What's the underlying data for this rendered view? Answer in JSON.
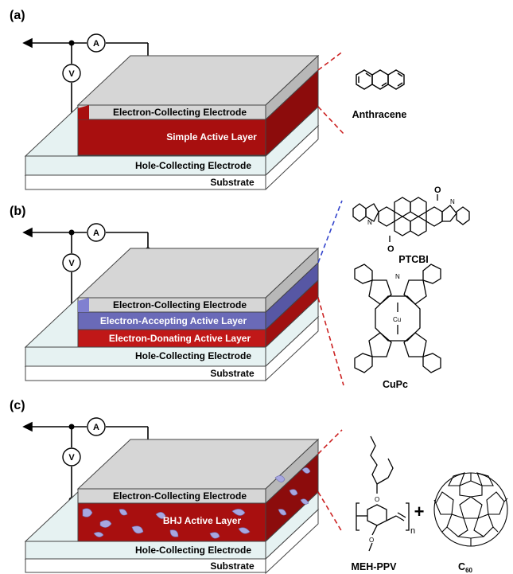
{
  "panels": [
    {
      "tag": "(a)",
      "ammeter": "A",
      "voltmeter": "V",
      "layers": {
        "top_electrode": "Electron-Collecting Electrode",
        "active": "Simple Active Layer",
        "bottom_electrode": "Hole-Collecting Electrode",
        "substrate": "Substrate"
      },
      "molecule": "Anthracene"
    },
    {
      "tag": "(b)",
      "ammeter": "A",
      "voltmeter": "V",
      "layers": {
        "top_electrode": "Electron-Collecting Electrode",
        "acceptor": "Electron-Accepting Active Layer",
        "donor": "Electron-Donating Active Layer",
        "bottom_electrode": "Hole-Collecting Electrode",
        "substrate": "Substrate"
      },
      "molecules": [
        "PTCBI",
        "CuPc"
      ],
      "atoms": {
        "O": "O",
        "N": "N",
        "Cu": "Cu"
      }
    },
    {
      "tag": "(c)",
      "ammeter": "A",
      "voltmeter": "V",
      "layers": {
        "top_electrode": "Electron-Collecting Electrode",
        "active": "BHJ Active Layer",
        "bottom_electrode": "Hole-Collecting Electrode",
        "substrate": "Substrate"
      },
      "molecules": {
        "polymer": "MEH-PPV",
        "fullerene_base": "C",
        "fullerene_sub": "60",
        "plus": "+",
        "n": "n",
        "O": "O"
      }
    }
  ],
  "colors": {
    "electrode_top": "#d6d6d6",
    "electrode_bottom": "#e6f2f2",
    "substrate": "#ffffff",
    "donor": "#a80f0f",
    "acceptor": "#6a6ab8",
    "blob": "#a7a7e0",
    "lead_red": "#cc2222",
    "lead_blue": "#3344cc"
  }
}
